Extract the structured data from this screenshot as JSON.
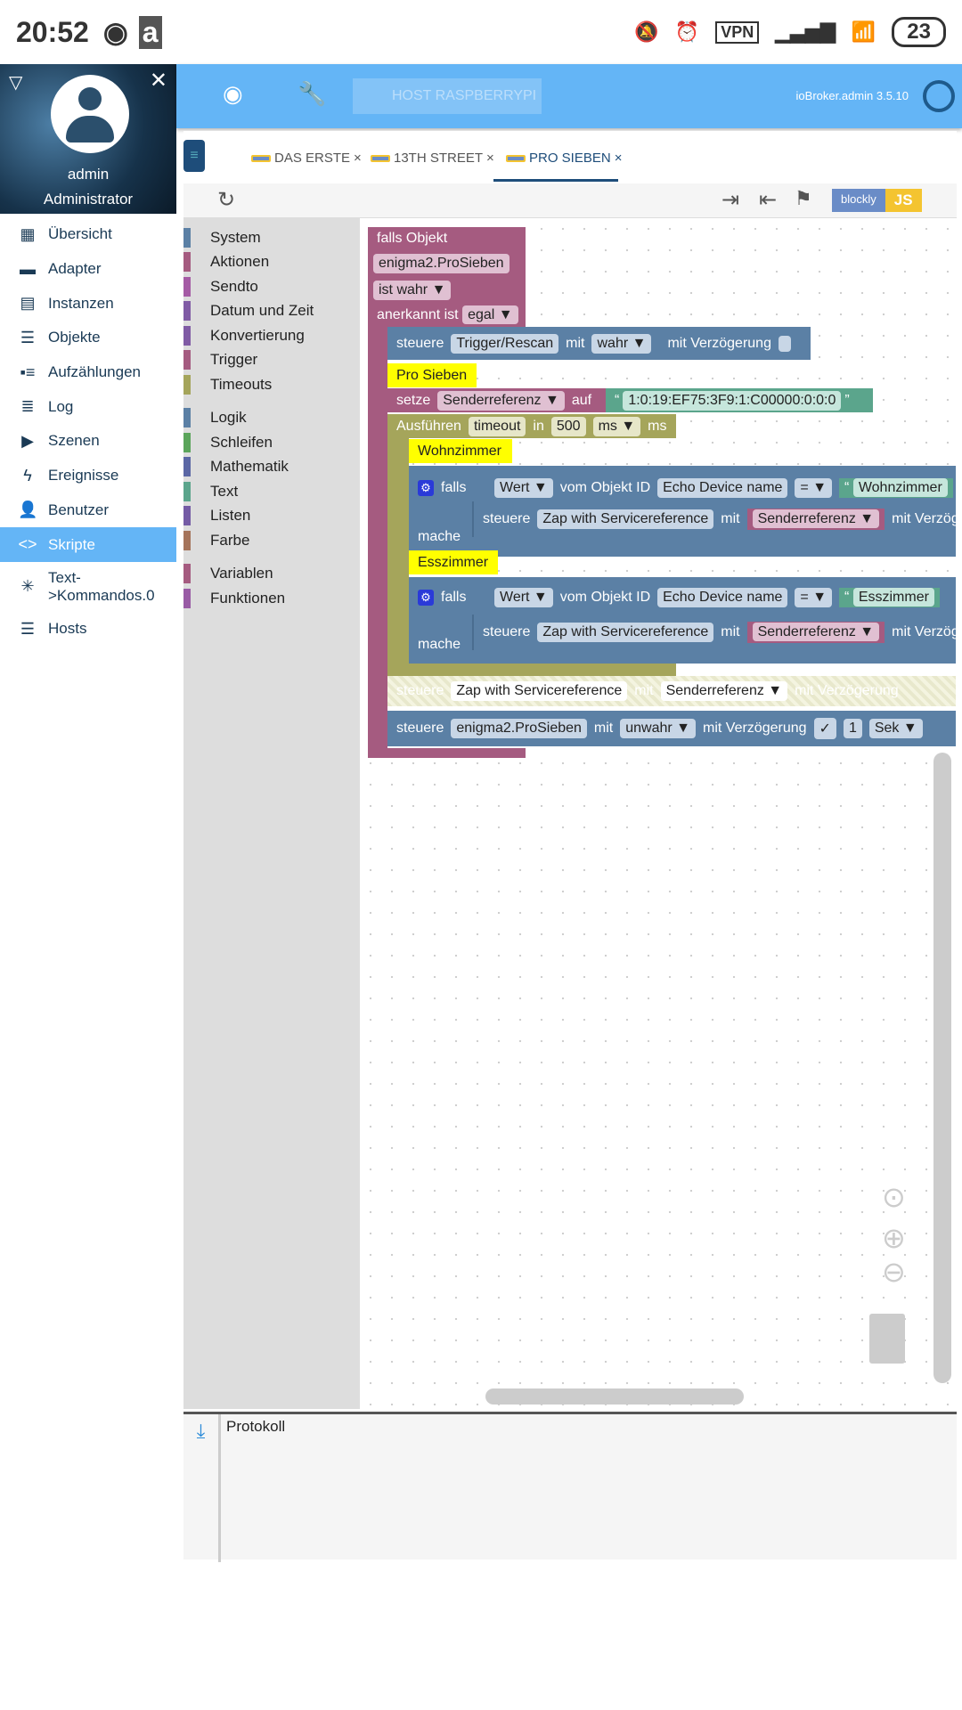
{
  "status": {
    "time": "20:52",
    "vpn": "VPN",
    "battery": "23",
    "icons": [
      "record-icon",
      "amazon-icon",
      "mute-icon",
      "alarm-icon",
      "signal-icon",
      "wifi-icon"
    ]
  },
  "sidebar": {
    "username": "admin",
    "role": "Administrator",
    "items": [
      {
        "label": "Übersicht",
        "icon": "grid-icon"
      },
      {
        "label": "Adapter",
        "icon": "store-icon"
      },
      {
        "label": "Instanzen",
        "icon": "instances-icon"
      },
      {
        "label": "Objekte",
        "icon": "list-icon"
      },
      {
        "label": "Aufzählungen",
        "icon": "enum-icon"
      },
      {
        "label": "Log",
        "icon": "log-icon"
      },
      {
        "label": "Szenen",
        "icon": "scenes-icon"
      },
      {
        "label": "Ereignisse",
        "icon": "flash-icon"
      },
      {
        "label": "Benutzer",
        "icon": "user-icon"
      },
      {
        "label": "Skripte",
        "icon": "code-icon",
        "active": true
      },
      {
        "label": "Text->Kommandos.0",
        "icon": "snowflake-icon"
      },
      {
        "label": "Hosts",
        "icon": "hosts-icon"
      }
    ]
  },
  "header": {
    "host": "HOST RASPBERRYPI",
    "version": "ioBroker.admin 3.5.10"
  },
  "tabs": [
    {
      "label": "DAS ERSTE"
    },
    {
      "label": "13TH STREET"
    },
    {
      "label": "PRO SIEBEN",
      "active": true
    }
  ],
  "toolbar": {
    "blockly": "blockly",
    "js": "JS"
  },
  "toolbox": [
    "System",
    "Aktionen",
    "Sendto",
    "Datum und Zeit",
    "Konvertierung",
    "Trigger",
    "Timeouts",
    "Logik",
    "Schleifen",
    "Mathematik",
    "Text",
    "Listen",
    "Farbe",
    "Variablen",
    "Funktionen"
  ],
  "colors": {
    "accent": "#64b5f6",
    "procedure": "#a55b80",
    "action": "#5b80a5",
    "text": "#5ba58c",
    "timeout": "#a5a55b",
    "comment": "#ffff00"
  },
  "blocks": {
    "hat": {
      "t1": "falls Objekt",
      "obj": "enigma2.ProSieben",
      "cond": "ist wahr ▼",
      "ack_label": "anerkannt ist",
      "ack": "egal ▼"
    },
    "ctrl1": {
      "kw": "steuere",
      "obj": "Trigger/Rescan",
      "mit": "mit",
      "val": "wahr ▼",
      "delay": "mit Verzögerung"
    },
    "c1": "Pro Sieben",
    "set": {
      "kw": "setze",
      "var": "Senderreferenz ▼",
      "auf": "auf",
      "q1": "“",
      "val": "1:0:19:EF75:3F9:1:C00000:0:0:0",
      "q2": "”"
    },
    "timeout": {
      "kw": "Ausführen",
      "name": "timeout",
      "in": "in",
      "ms": "500",
      "unit": "ms ▼",
      "ms2": "ms"
    },
    "c2": "Wohnzimmer",
    "c3": "Esszimmer",
    "if1": {
      "falls": "falls",
      "wert": "Wert ▼",
      "vom": "vom Objekt ID",
      "obj": "Echo Device name",
      "op": "= ▼",
      "str": "Wohnzimmer",
      "mache": "mache",
      "kw": "steuere",
      "target": "Zap with Servicereference",
      "mit": "mit",
      "var": "Senderreferenz ▼",
      "delay": "mit Verzögerung"
    },
    "if2": {
      "falls": "falls",
      "wert": "Wert ▼",
      "vom": "vom Objekt ID",
      "obj": "Echo Device name",
      "op": "= ▼",
      "str": "Esszimmer",
      "mache": "mache",
      "kw": "steuere",
      "target": "Zap with Servicereference",
      "mit": "mit",
      "var": "Senderreferenz ▼",
      "delay": "mit Verzögerung"
    },
    "zap": {
      "kw": "steuere",
      "target": "Zap with Servicereference",
      "mit": "mit",
      "var": "Senderreferenz ▼",
      "delay": "mit Verzögerung"
    },
    "ctrl2": {
      "kw": "steuere",
      "obj": "enigma2.ProSieben",
      "mit": "mit",
      "val": "unwahr ▼",
      "delay": "mit Verzögerung",
      "check": "✓",
      "n": "1",
      "unit": "Sek ▼"
    }
  },
  "log": {
    "title": "Protokoll"
  }
}
